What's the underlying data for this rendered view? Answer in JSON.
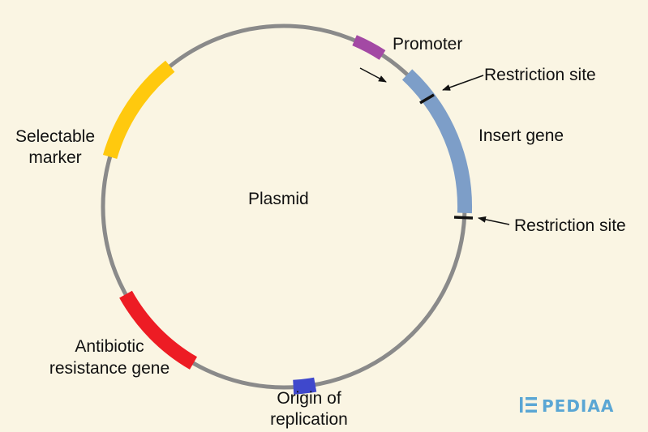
{
  "labels": {
    "promoter": "Promoter",
    "restriction_site_top": "Restriction site",
    "insert_gene": "Insert gene",
    "restriction_site_bottom": "Restriction site",
    "plasmid": "Plasmid",
    "selectable_marker_line1": "Selectable",
    "selectable_marker_line2": "marker",
    "antibiotic_line1": "Antibiotic",
    "antibiotic_line2": "resistance gene",
    "origin_line1": "Origin of",
    "origin_line2": "replication"
  },
  "logo": {
    "text": "PEDIAA"
  },
  "colors": {
    "background": "#faf5e3",
    "ring": "#8a8a8a",
    "promoter": "#a349a4",
    "insert_gene": "#7d9ec8",
    "selectable_marker": "#ffc90e",
    "antibiotic_resistance": "#ed1c24",
    "origin_of_replication": "#3f48cc",
    "restriction_site": "#111111",
    "logo": "#5aa6d4"
  }
}
